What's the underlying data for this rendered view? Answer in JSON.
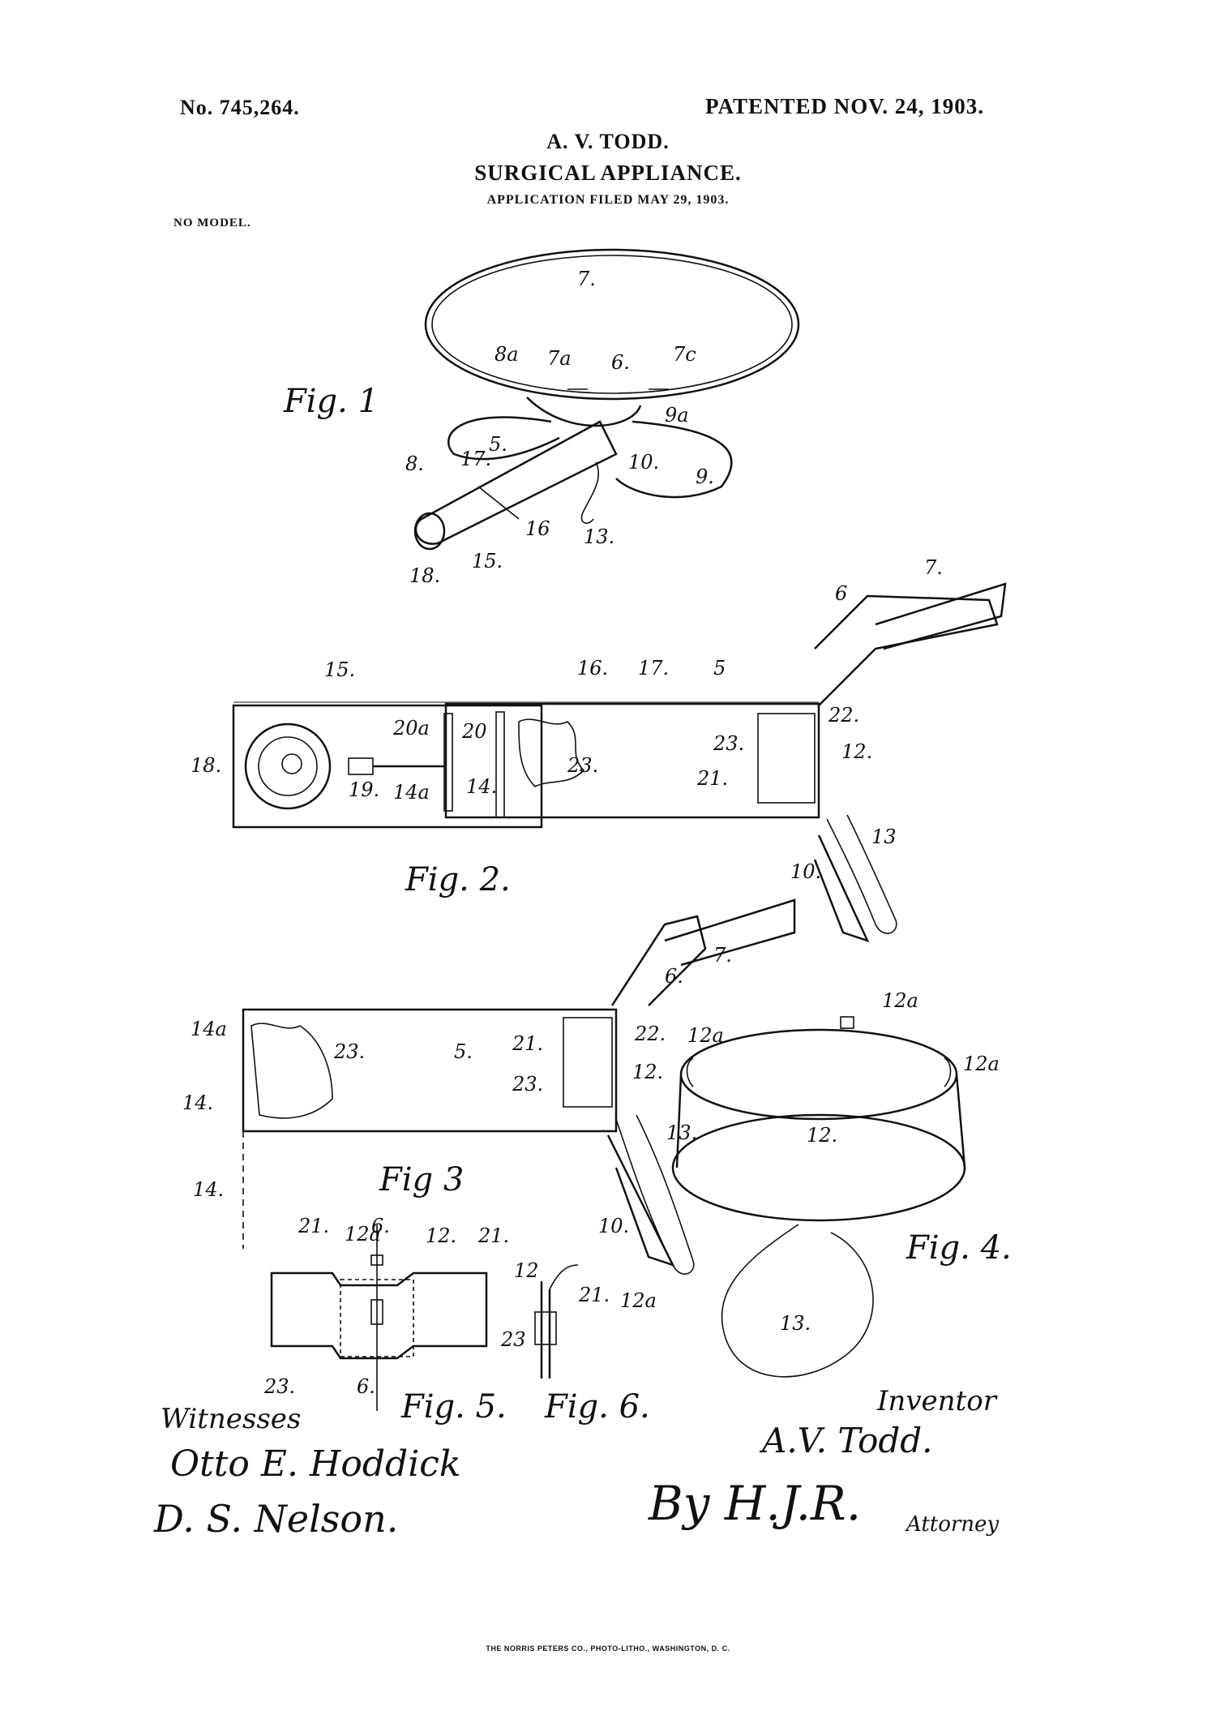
{
  "header": {
    "patent_number": "No. 745,264.",
    "patent_date": "PATENTED NOV. 24, 1903.",
    "inventor_name": "A. V. TODD.",
    "title": "SURGICAL APPLIANCE.",
    "application_filed": "APPLICATION FILED MAY 29, 1903.",
    "model_note": "NO MODEL."
  },
  "figures": {
    "fig1": "Fig. 1",
    "fig2": "Fig. 2.",
    "fig3": "Fig 3",
    "fig4": "Fig. 4.",
    "fig5": "Fig. 5.",
    "fig6": "Fig. 6."
  },
  "reference_numerals": {
    "fig1": [
      "7.",
      "8a",
      "7a",
      "6.",
      "7c",
      "9a",
      "8.",
      "17.",
      "5.",
      "10.",
      "9.",
      "16",
      "13.",
      "15.",
      "18."
    ],
    "fig2": [
      "6",
      "7.",
      "15.",
      "16.",
      "17.",
      "5",
      "20a",
      "20",
      "22.",
      "23.",
      "12.",
      "18.",
      "19.",
      "14a",
      "14.",
      "23.",
      "21.",
      "13",
      "10."
    ],
    "fig3": [
      "7.",
      "6.",
      "14a",
      "23.",
      "5.",
      "21.",
      "22.",
      "23.",
      "12.",
      "14.",
      "13.",
      "14.",
      "10."
    ],
    "fig4": [
      "12a",
      "12a",
      "12a",
      "12.",
      "13."
    ],
    "fig5": [
      "21.",
      "12a",
      "6.",
      "12.",
      "21.",
      "23.",
      "6."
    ],
    "fig6": [
      "12",
      "21.",
      "12a",
      "23"
    ]
  },
  "signatures": {
    "witnesses_label": "Witnesses",
    "witness_1": "Otto E. Hoddick",
    "witness_2": "D. S. Nelson.",
    "inventor_label": "Inventor",
    "inventor_signature": "A.V. Todd.",
    "by_signature": "By H.J.R.",
    "attorney_label": "Attorney"
  },
  "footer": {
    "printer": "THE NORRIS PETERS CO., PHOTO-LITHO., WASHINGTON, D. C."
  }
}
